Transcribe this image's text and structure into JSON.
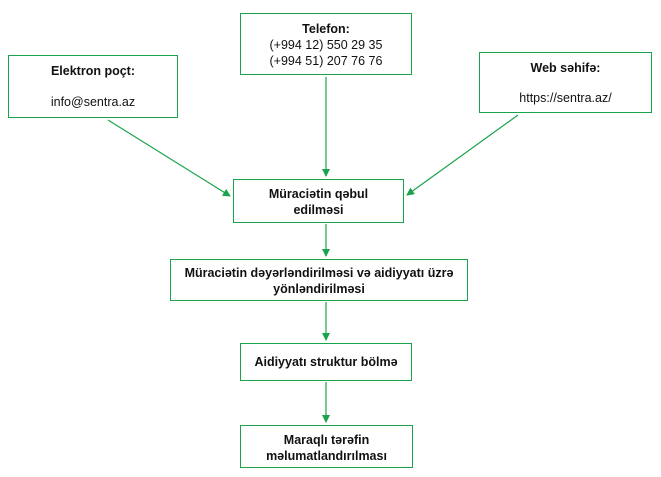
{
  "contacts": {
    "phone": {
      "label": "Telefon:",
      "numbers": [
        "(+994 12) 550 29 35",
        "(+994 51) 207 76 76"
      ]
    },
    "email": {
      "label": "Elektron poçt:",
      "value": "info@sentra.az"
    },
    "web": {
      "label": "Web səhifə:",
      "value": "https://sentra.az/"
    }
  },
  "steps": [
    {
      "lines": [
        "Müraciətin qəbul",
        "edilməsi"
      ]
    },
    {
      "lines": [
        "Müraciətin dəyərləndirilməsi və aidiyyatı üzrə",
        "yönləndirilməsi"
      ]
    },
    {
      "lines": [
        "Aidiyyatı struktur bölmə"
      ]
    },
    {
      "lines": [
        "Maraqlı tərəfin",
        "məlumatlandırılması"
      ]
    }
  ],
  "colors": {
    "accent": "#1aa34a"
  }
}
